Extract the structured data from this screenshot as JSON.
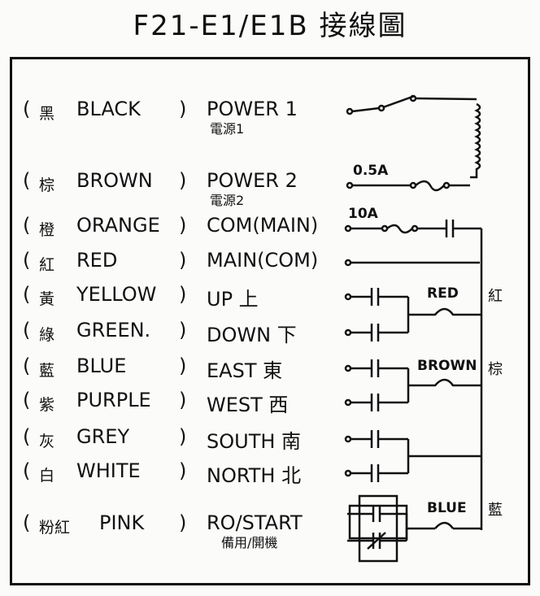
{
  "title": "F21-E1/E1B 接線圖",
  "rows": [
    {
      "zh": "黑",
      "color": "BLACK",
      "function": "POWER 1",
      "sub": "電源1"
    },
    {
      "zh": "棕",
      "color": "BROWN",
      "function": "POWER 2",
      "sub": "電源2"
    },
    {
      "zh": "橙",
      "color": "ORANGE",
      "function": "COM(MAIN)"
    },
    {
      "zh": "紅",
      "color": "RED",
      "function": "MAIN(COM)"
    },
    {
      "zh": "黃",
      "color": "YELLOW",
      "function": "UP 上"
    },
    {
      "zh": "綠",
      "color": "GREEN.",
      "function": "DOWN 下"
    },
    {
      "zh": "藍",
      "color": "BLUE",
      "function": "EAST 東"
    },
    {
      "zh": "紫",
      "color": "PURPLE",
      "function": "WEST 西"
    },
    {
      "zh": "灰",
      "color": "GREY",
      "function": "SOUTH 南"
    },
    {
      "zh": "白",
      "color": "WHITE",
      "function": "NORTH 北"
    },
    {
      "zh": "粉紅",
      "color": "PINK",
      "function": "RO/START",
      "sub": "備用/開機"
    }
  ],
  "fuses": {
    "f1": "0.5A",
    "f2": "10A"
  },
  "groups": [
    {
      "label": "RED",
      "zh": "紅"
    },
    {
      "label": "BROWN",
      "zh": "棕"
    },
    {
      "label": "BLUE",
      "zh": "藍"
    }
  ]
}
